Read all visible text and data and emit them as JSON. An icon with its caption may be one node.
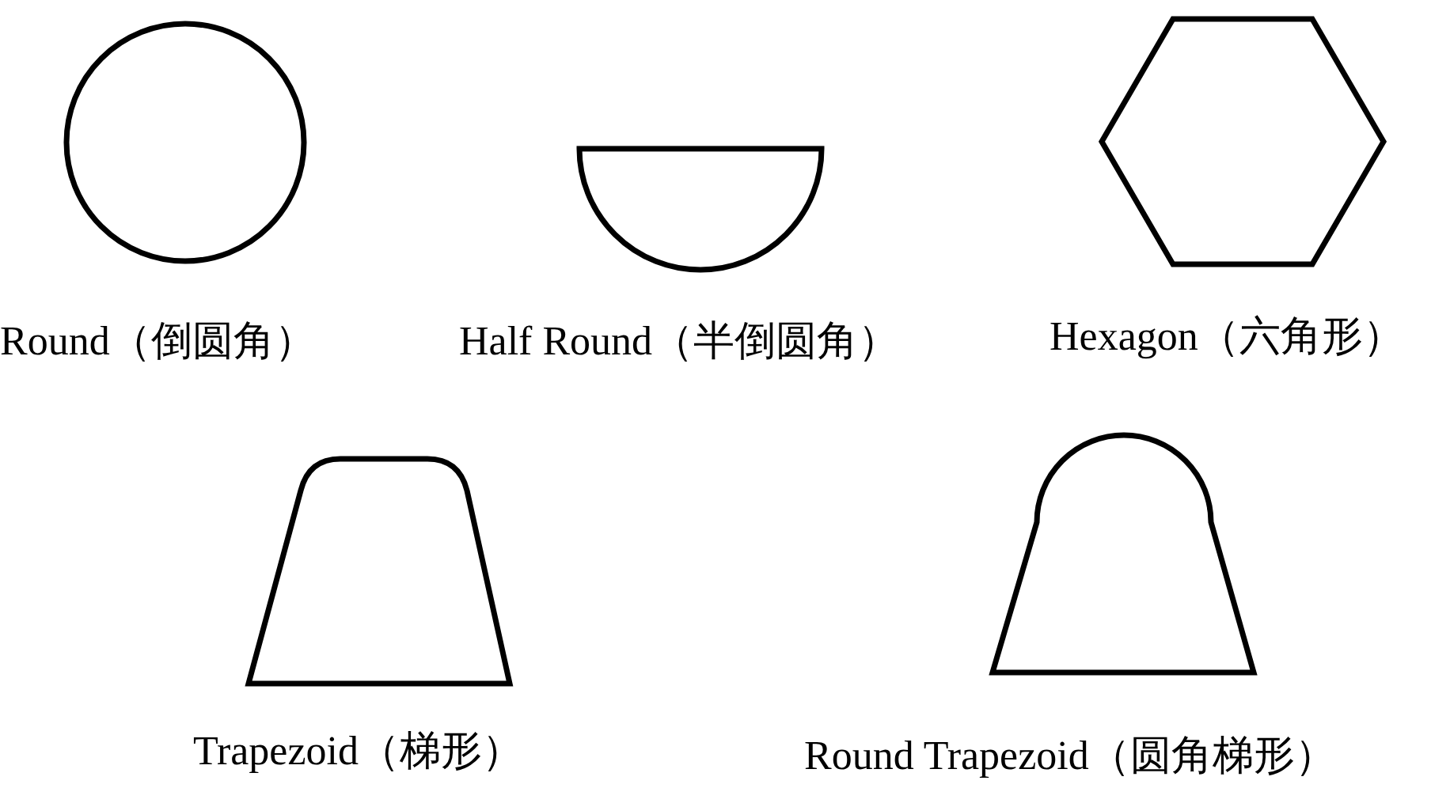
{
  "diagram": {
    "nodes": [
      {
        "text": [
          "Round（倒圆角）"
        ]
      },
      {
        "text": [
          "Half Round（半倒圆角）"
        ]
      },
      {
        "text": [
          "Hexagon（六角形）"
        ]
      },
      {
        "text": [
          "Trapezoid（梯形）"
        ]
      },
      {
        "text": [
          "Round Trapezoid（圆角梯形）"
        ]
      }
    ]
  }
}
